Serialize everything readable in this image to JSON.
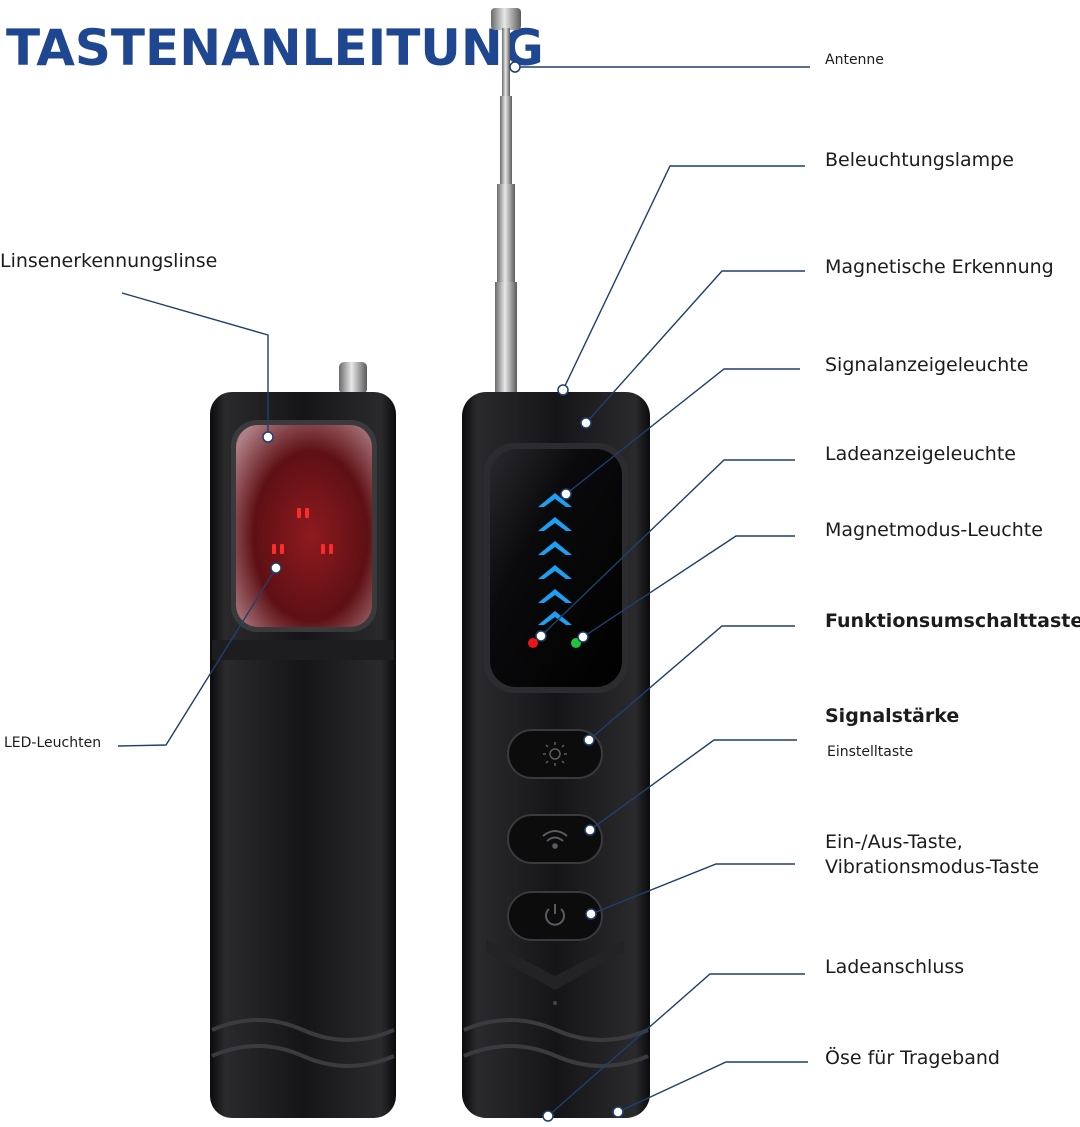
{
  "title": "TASTENANLEITUNG",
  "colors": {
    "title": "#1f4690",
    "leader_line": "#1f3f6e",
    "device_body": "#151517",
    "lens_red": "#7a1418",
    "signal_blue": "#1e9ff2",
    "led_red": "#e8161b",
    "led_green": "#1fc43a"
  },
  "labels": {
    "antenne": "Antenne",
    "beleuchtungslampe": "Beleuchtungslampe",
    "magnetische_erkennung": "Magnetische Erkennung",
    "signalanzeigeleuchte": "Signalanzeigeleuchte",
    "ladeanzeigeleuchte": "Ladeanzeigeleuchte",
    "magnetmodus_leuchte": "Magnetmodus-Leuchte",
    "funktionsumschalttaste": "Funktionsumschalttaste",
    "signalstaerke": "Signalstärke",
    "einstelltaste": "Einstelltaste",
    "ein_aus_taste": "Ein-/Aus-Taste,",
    "vibrationsmodus_taste": "Vibrationsmodus-Taste",
    "ladeanschluss": "Ladeanschluss",
    "oese": "Öse für Trageband",
    "linsenerkennungslinse": "Linsenerkennungslinse",
    "led_leuchten": "LED-Leuchten"
  },
  "icons": {
    "light_button": "sun-icon",
    "signal_button": "wifi-icon",
    "power_button": "power-icon"
  }
}
